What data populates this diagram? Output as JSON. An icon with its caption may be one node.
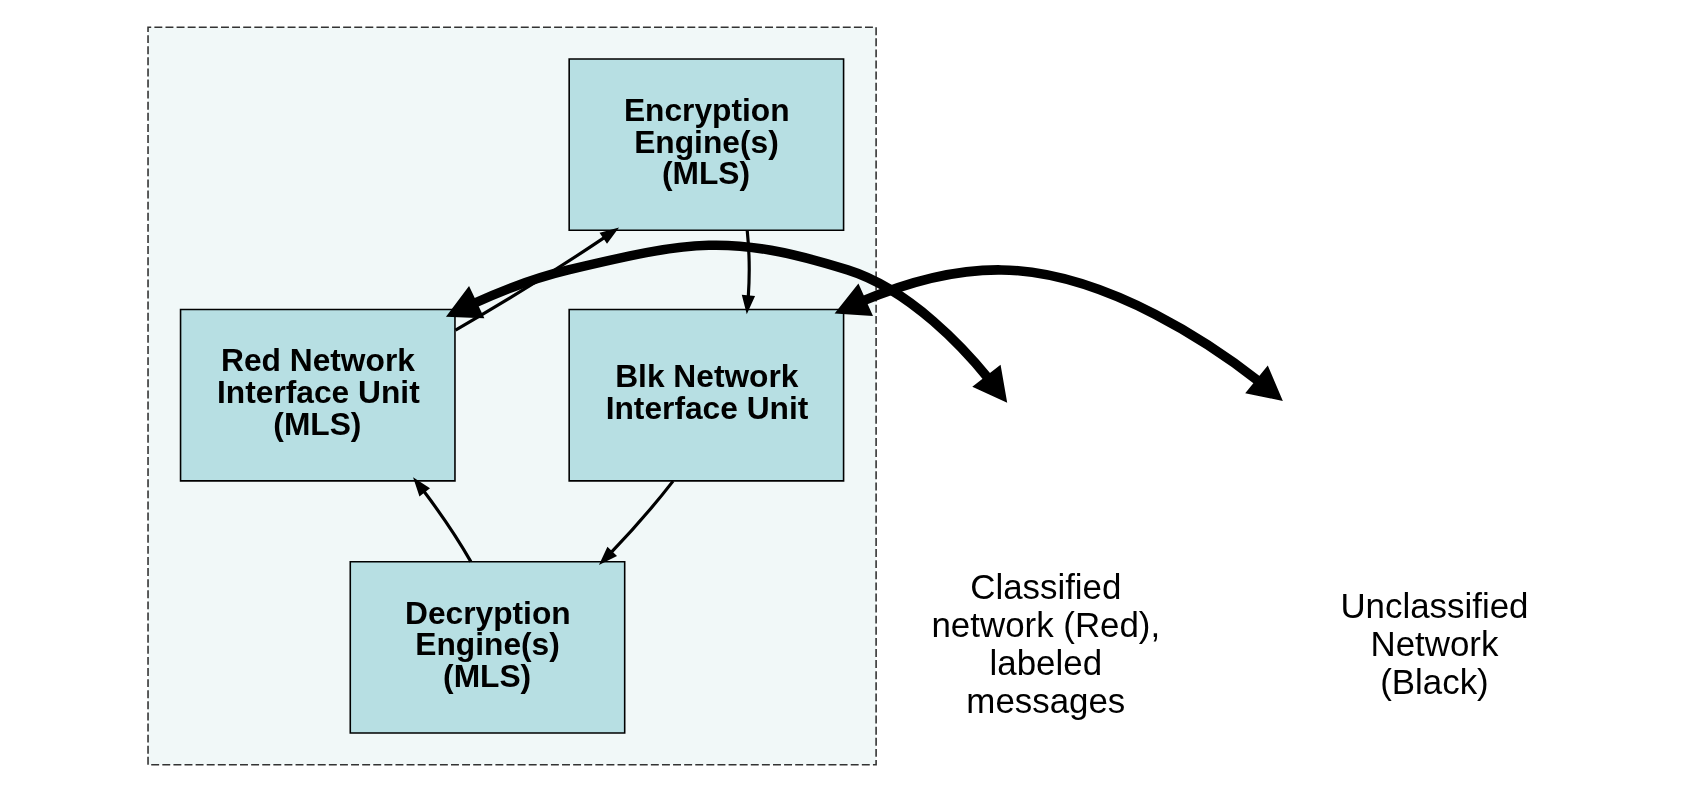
{
  "diagram": {
    "nodes": [
      {
        "text": [],
        "shape": "box"
      },
      {
        "text": [
          "Encryption Engine(s) (MLS)"
        ],
        "in": 0
      },
      {
        "text": [
          "Red Network Interface Unit (MLS)"
        ],
        "in": 0
      },
      {
        "text": [
          "Blk Network Interface Unit"
        ],
        "in": 0
      },
      {
        "text": [
          "Decryption Engine(s) (MLS)"
        ],
        "in": 0
      }
    ],
    "edges": [
      {
        "from": 2,
        "to": 1,
        "arrow": "to"
      },
      {
        "from": 1,
        "to": 3,
        "arrow": "to"
      },
      {
        "from": 3,
        "to": 4,
        "arrow": "to"
      },
      {
        "from": 4,
        "to": 2,
        "arrow": "to"
      },
      {
        "from": null,
        "to": 2,
        "arrow": "both",
        "style": "thick"
      },
      {
        "from": 3,
        "to": null,
        "arrow": "both",
        "style": "thick"
      }
    ],
    "labels": [
      "Classified network (Red), labeled messages",
      "Unclassified Network (Black)"
    ]
  }
}
